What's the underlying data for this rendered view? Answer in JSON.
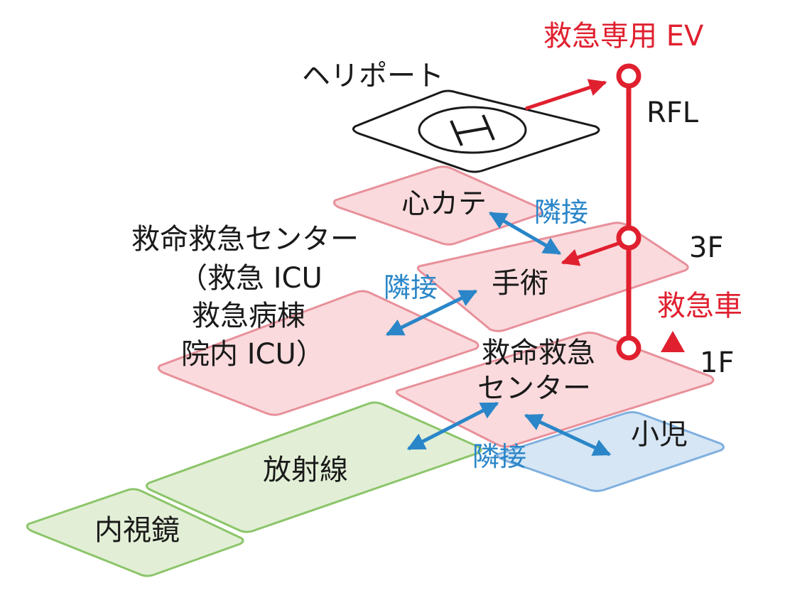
{
  "colors": {
    "red": "#e0202f",
    "blue": "#2a86c8",
    "pink_fill": "#fadadd",
    "pink_stroke": "#e8909a",
    "green_fill": "#e2efd6",
    "green_stroke": "#8cc56a",
    "lightblue_fill": "#d6e6f4",
    "lightblue_stroke": "#7fb0df"
  },
  "labels": {
    "elevator": "救急専用 EV",
    "heliport": "ヘリポート",
    "floor_rfl": "RFL",
    "floor_3f": "3F",
    "floor_1f": "1F",
    "ambulance": "救急車",
    "cath_lab": "心カテ",
    "surgery": "手術",
    "ecc_upper": {
      "line1": "救命救急センター",
      "line2": "（救急 ICU",
      "line3": "救急病棟",
      "line4": "院内 ICU）"
    },
    "ecc_lower": {
      "line1": "救命救急",
      "line2": "センター"
    },
    "radiology": "放射線",
    "endoscopy": "内視鏡",
    "pediatrics": "小児",
    "adjacent_1": "隣接",
    "adjacent_2": "隣接",
    "adjacent_3": "隣接",
    "heliport_mark": "H"
  },
  "icons": [
    "heliport-h-icon",
    "ambulance-triangle-icon"
  ]
}
